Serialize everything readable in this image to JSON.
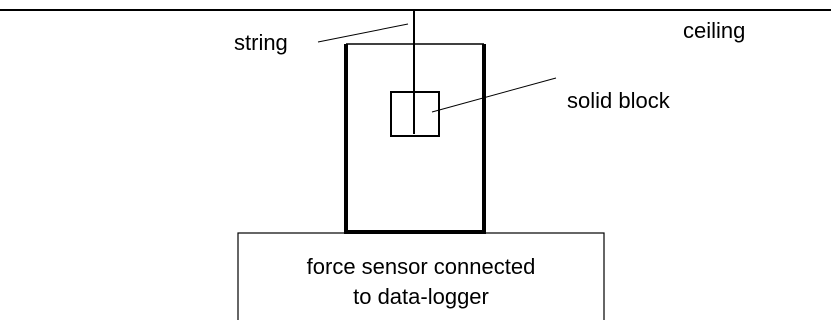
{
  "labels": {
    "string": "string",
    "ceiling": "ceiling",
    "solid_block": "solid block"
  },
  "sensor": {
    "line1": "force sensor connected",
    "line2": "to data-logger"
  },
  "colors": {
    "ink": "#000000",
    "background": "#ffffff"
  }
}
